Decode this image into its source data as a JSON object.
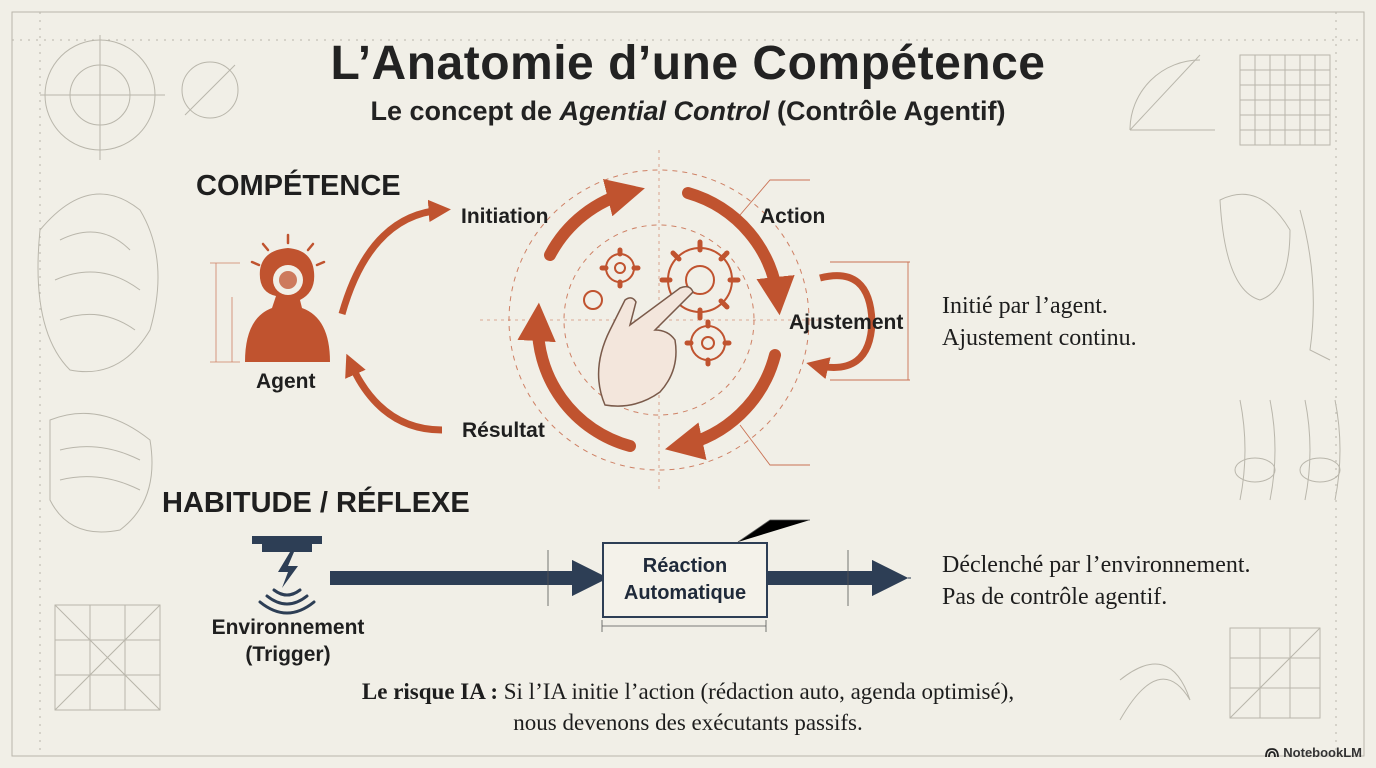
{
  "header": {
    "title": "L’Anatomie d’une Compétence",
    "subtitle_prefix": "Le concept de",
    "subtitle_italic": "Agential Control",
    "subtitle_suffix": "(Contrôle Agentif)"
  },
  "competence": {
    "section_label": "COMPÉTENCE",
    "agent_label": "Agent",
    "cycle": {
      "initiation": "Initiation",
      "action": "Action",
      "ajustement": "Ajustement",
      "resultat": "Résultat"
    },
    "description": [
      "Initié par l’agent.",
      "Ajustement continu."
    ]
  },
  "habitude": {
    "section_label": "HABITUDE / RÉFLEXE",
    "environment_label": [
      "Environnement",
      "(Trigger)"
    ],
    "reaction_box": [
      "Réaction",
      "Automatique"
    ],
    "description": [
      "Déclenché par l’environnement.",
      "Pas de contrôle agentif."
    ]
  },
  "risk": {
    "label": "Le risque IA :",
    "line1": "Si l’IA initie l’action (rédaction auto, agenda optimisé),",
    "line2": "nous devenons des exécutants passifs."
  },
  "brand": {
    "name": "NotebookLM"
  },
  "colors": {
    "background": "#f1efe7",
    "accent_red": "#c0532f",
    "navy": "#2d3e55",
    "sketch": "#9a9a92"
  }
}
